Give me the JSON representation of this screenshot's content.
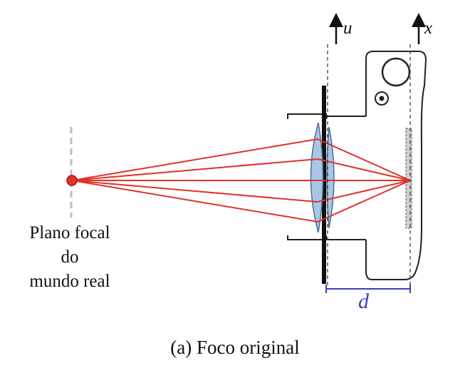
{
  "diagram": {
    "focal_plane_label": [
      "Plano focal",
      "do",
      "mundo real"
    ],
    "axis_u_label": "u",
    "axis_x_label": "x",
    "distance_label": "d",
    "caption": "(a) Foco original"
  },
  "colors": {
    "ray": "#e0322a",
    "lens_fill": "#a9c6e8",
    "distance_marker": "#3a3fbf",
    "outline": "#222222"
  }
}
